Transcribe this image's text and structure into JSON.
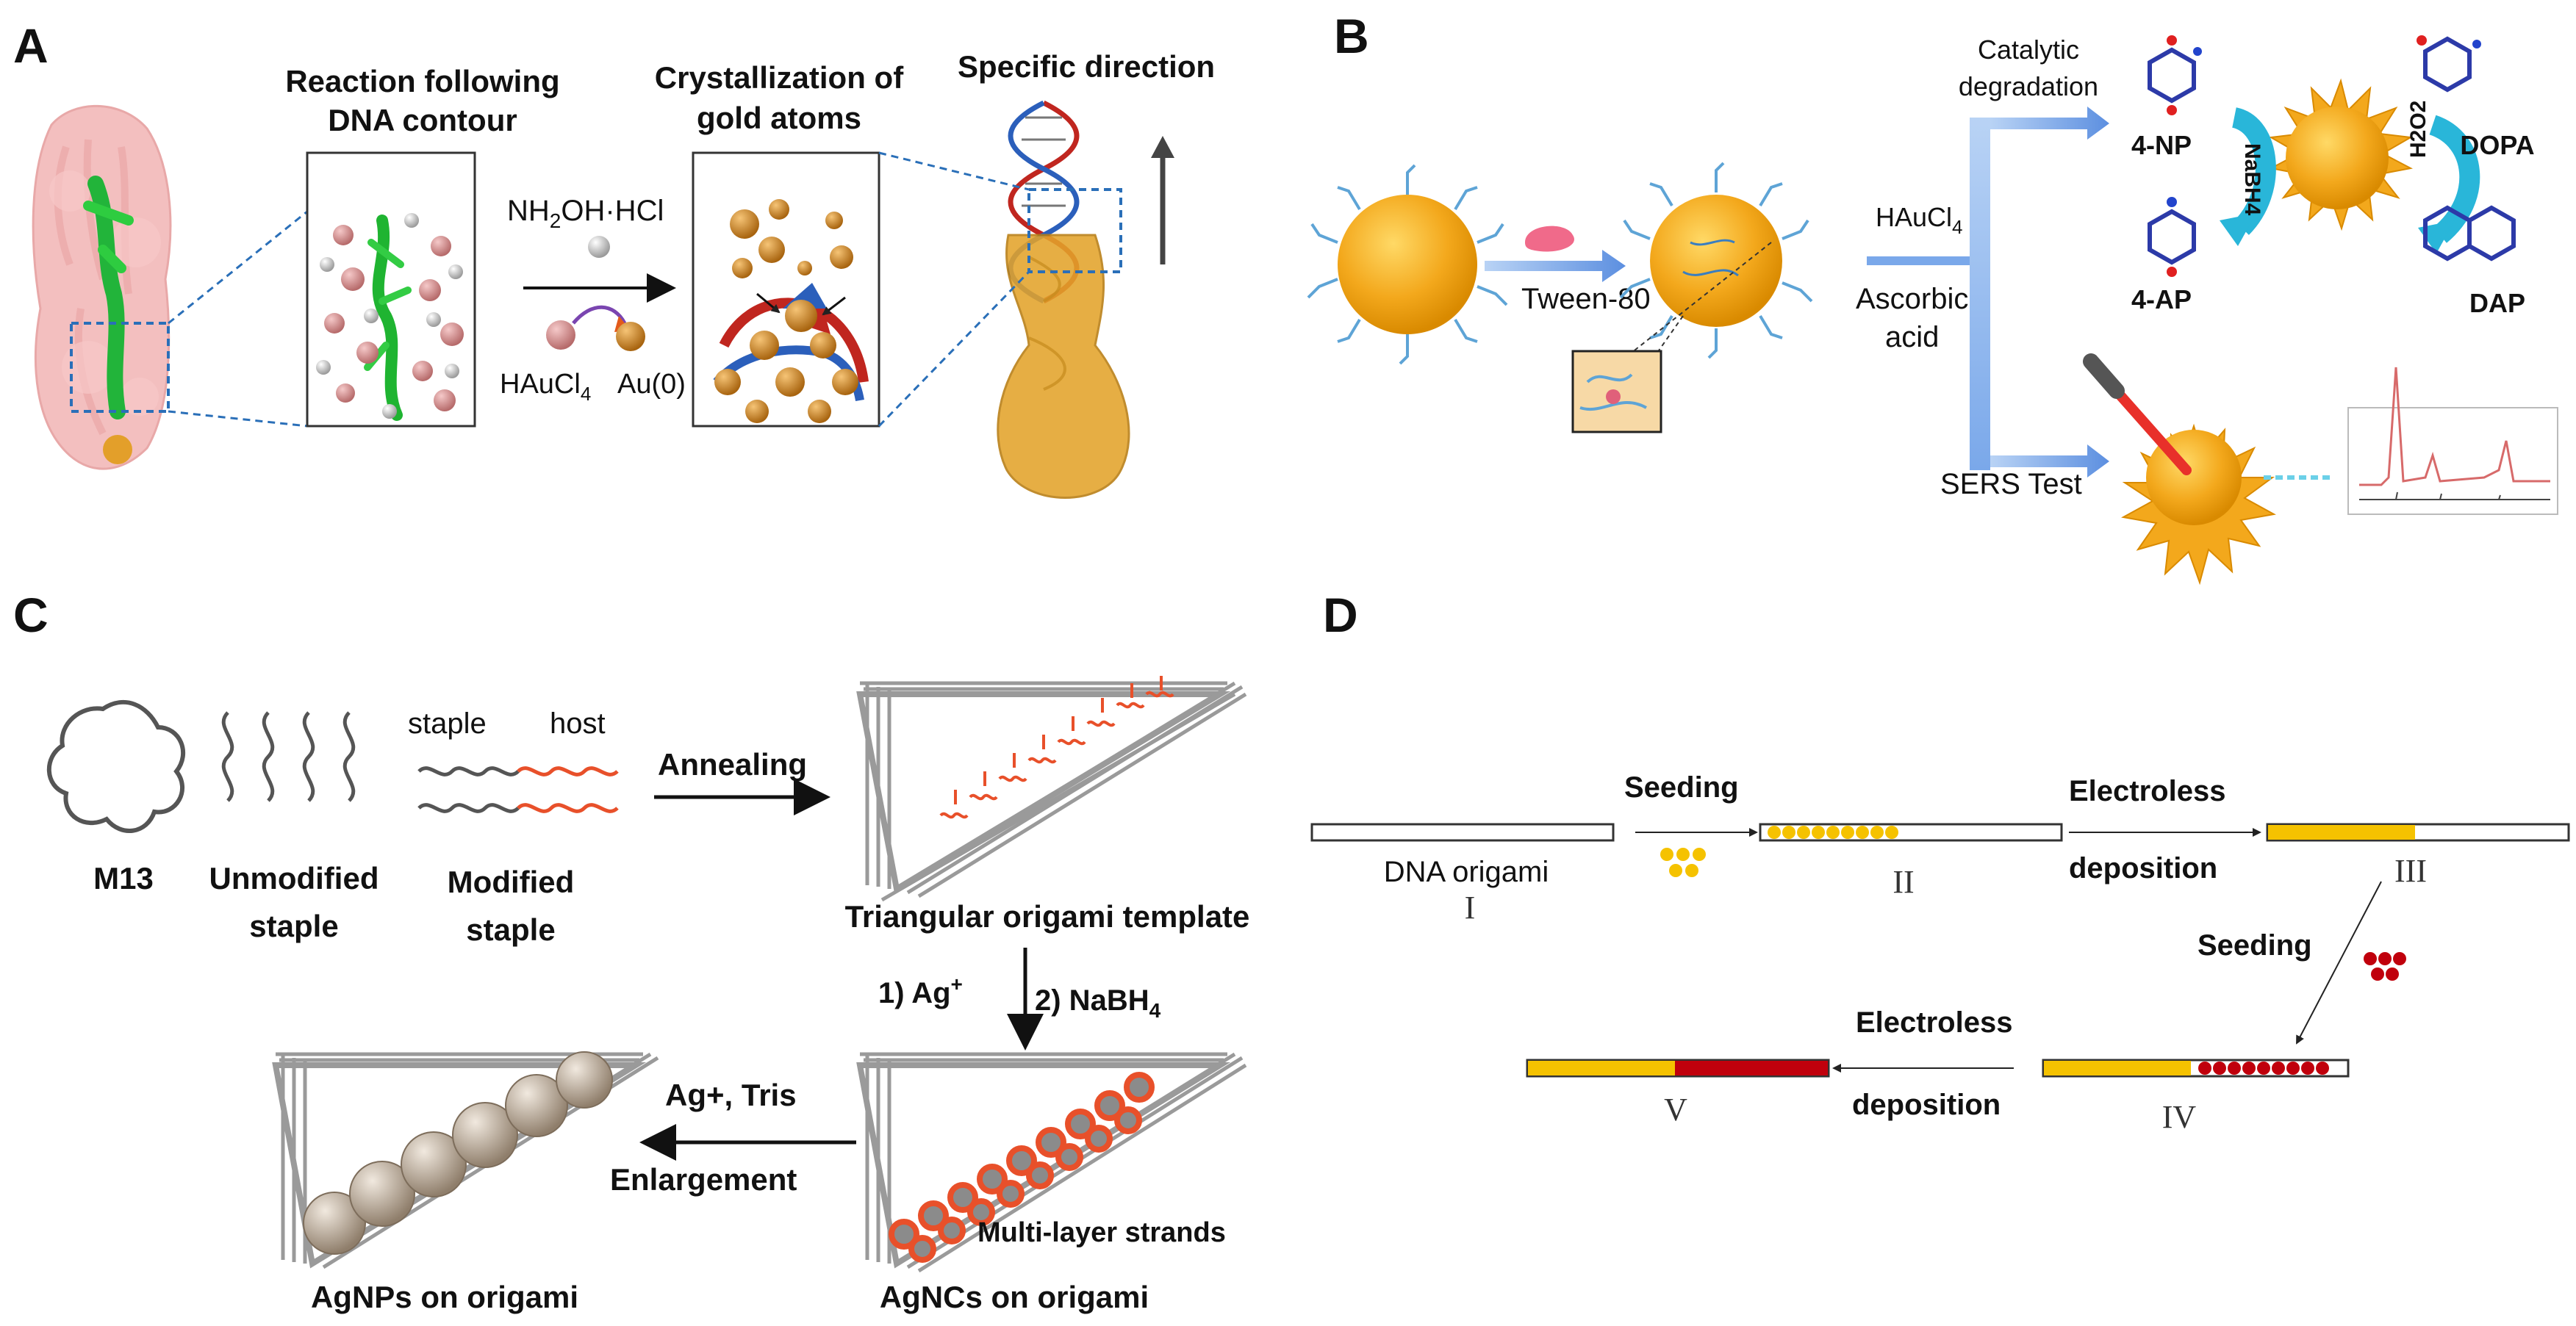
{
  "panels": {
    "a": "A",
    "b": "B",
    "c": "C",
    "d": "D"
  },
  "panel_a": {
    "heading1_l1": "Reaction following",
    "heading1_l2": "DNA contour",
    "heading2_l1": "Crystallization of",
    "heading2_l2": "gold atoms",
    "heading3": "Specific direction",
    "reagent_main": "NH",
    "reagent_sub": "2",
    "reagent_rest": "OH·HCl",
    "precursor_main": "HAuCl",
    "precursor_sub": "4",
    "product": "Au(0)"
  },
  "panel_b": {
    "surfactant": "Tween-80",
    "reagent1_main": "HAuCl",
    "reagent1_sub": "4",
    "reagent2_l1": "Ascorbic",
    "reagent2_l2": "acid",
    "branch1_l1": "Catalytic",
    "branch1_l2": "degradation",
    "branch2": "SERS Test",
    "substrate1": "4-NP",
    "product1": "4-AP",
    "substrate2": "DOPA",
    "product2": "DAP",
    "reductant1": "NaBH4",
    "reductant2": "H2O2",
    "colors": {
      "gold": "#f3a81c",
      "ligand": "#5ea4d6",
      "arrow": "#6f9fe0",
      "cyan_arrow": "#29b6d9"
    }
  },
  "panel_c": {
    "label_m13": "M13",
    "label_unmod_l1": "Unmodified",
    "label_unmod_l2": "staple",
    "label_staple": "staple",
    "label_host": "host",
    "label_mod_l1": "Modified",
    "label_mod_l2": "staple",
    "step_annealing": "Annealing",
    "template_label": "Triangular origami template",
    "step1_main": "1) Ag",
    "step1_sup": "+",
    "step2_main": "2) NaBH",
    "step2_sub": "4",
    "step3": "Ag+, Tris",
    "step4": "Enlargement",
    "strand_label": "Multi-layer strands",
    "result1": "AgNPs on origami",
    "result2": "AgNCs on origami",
    "colors": {
      "rail": "#9a9a9a",
      "host": "#e8502a",
      "np": "#d9cdbf"
    }
  },
  "panel_d": {
    "label_origami": "DNA origami",
    "roman1": "I",
    "roman2": "II",
    "roman3": "III",
    "roman4": "IV",
    "roman5": "V",
    "seeding1": "Seeding",
    "seeding2": "Seeding",
    "electroless1_l1": "Electroless",
    "electroless1_l2": "deposition",
    "electroless2_l1": "Electroless",
    "electroless2_l2": "deposition",
    "colors": {
      "gold": "#f5c200",
      "red": "#c0000c"
    }
  }
}
